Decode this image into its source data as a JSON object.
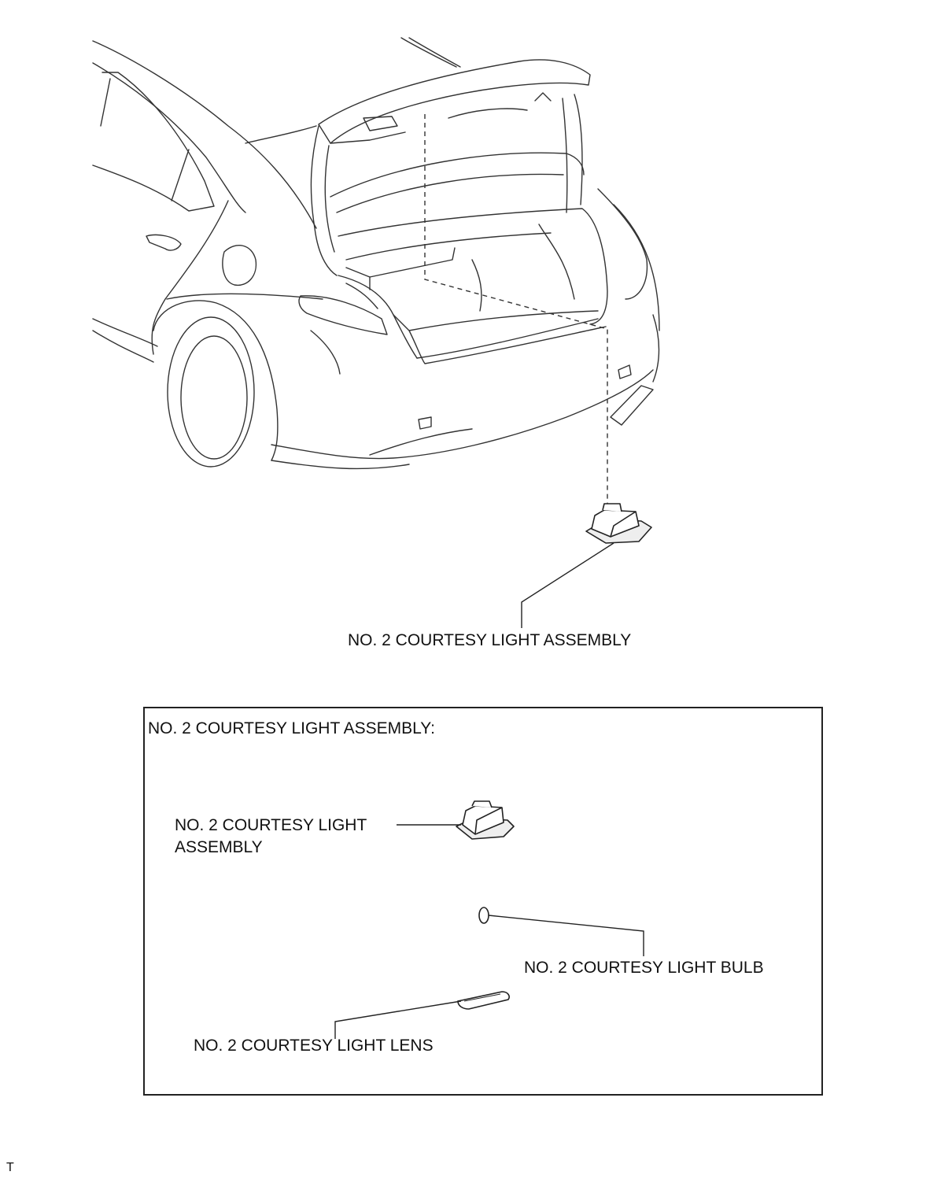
{
  "callouts": {
    "main_assembly": "NO. 2 COURTESY LIGHT ASSEMBLY"
  },
  "detail_box": {
    "title": "NO. 2 COURTESY LIGHT ASSEMBLY:",
    "assembly_line1": "NO. 2 COURTESY LIGHT",
    "assembly_line2": "ASSEMBLY",
    "bulb": "NO. 2 COURTESY LIGHT BULB",
    "lens": "NO. 2 COURTESY LIGHT LENS"
  },
  "footer": {
    "mark": "T"
  }
}
